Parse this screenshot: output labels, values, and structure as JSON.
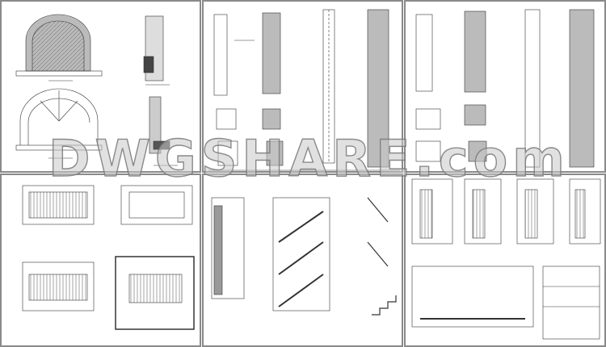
{
  "watermark": {
    "text": "DWGSHARE.com"
  },
  "colors": {
    "frame": "#8a8a8a",
    "line": "#333333",
    "hatch": "#777777",
    "fill": "#bdbdbd"
  },
  "sheets": [
    {
      "id": "arch-window-elevations"
    },
    {
      "id": "column-details-1"
    },
    {
      "id": "column-details-2"
    },
    {
      "id": "stair-plans"
    },
    {
      "id": "stair-sections"
    },
    {
      "id": "stair-details-and-plans"
    }
  ]
}
